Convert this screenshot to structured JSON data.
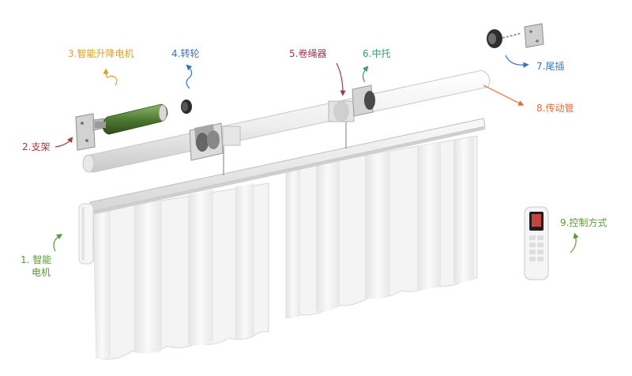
{
  "labels": {
    "smart_motor_line1": "1. 智能",
    "smart_motor_line2": "电机",
    "bracket": "2.支架",
    "lift_motor": "3.智能升降电机",
    "pulley": "4.转轮",
    "rope_winder": "5.卷绳器",
    "middle_support": "6.中托",
    "end_plug": "7.尾插",
    "drive_tube": "8.传动管",
    "control_method": "9.控制方式"
  },
  "colors": {
    "green": "#5a9a3c",
    "red": "#b83434",
    "gold": "#d8a120",
    "blue": "#3a72b8",
    "crimson": "#a8344c",
    "teal": "#3e9a6a",
    "orange": "#e06a3a",
    "tube": "#f1f1f1",
    "curtain": "#f4f4f4"
  },
  "icons": [
    "bracket-icon",
    "motor-icon",
    "pulley-icon",
    "rope-winder-icon",
    "middle-support-icon",
    "end-plug-icon",
    "remote-control-icon",
    "curtain-icon"
  ]
}
